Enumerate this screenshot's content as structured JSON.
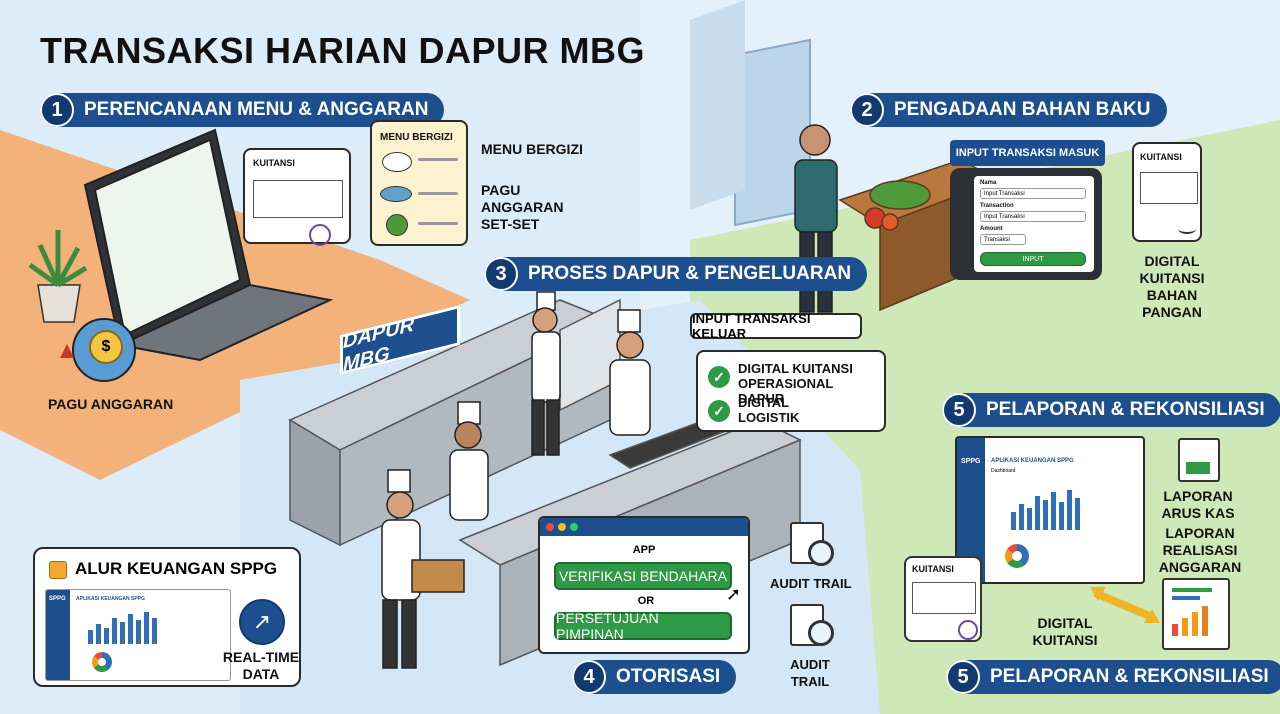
{
  "title": "TRANSAKSI HARIAN DAPUR MBG",
  "steps": {
    "s1": {
      "num": "1",
      "label": "PERENCANAAN MENU & ANGGARAN"
    },
    "s2": {
      "num": "2",
      "label": "PENGADAAN BAHAN BAKU"
    },
    "s3": {
      "num": "3",
      "label": "PROSES DAPUR & PENGELUARAN"
    },
    "s4": {
      "num": "4",
      "label": "OTORISASI"
    },
    "s5a": {
      "num": "5",
      "label": "PELAPORAN & REKONSILIASI"
    },
    "s5b": {
      "num": "5",
      "label": "PELAPORAN & REKONSILIASI"
    }
  },
  "section1": {
    "kuitansi": "KUITANSI",
    "menu_card_title": "MENU BERGIZI",
    "menu_bergizi": "MENU BERGIZI",
    "pagu_set": "PAGU ANGGARAN SET-SET",
    "pagu_anggaran": "PAGU ANGGARAN"
  },
  "section2": {
    "tablet_header": "INPUT TRANSAKSI MASUK",
    "field1_label": "Nama",
    "field1_value": "Input Transaksi",
    "field2_label": "Transaction",
    "field2_value": "Input Transaksi",
    "field3_label": "Amount",
    "field3_value": "Transaksi",
    "button": "INPUT",
    "kuitansi": "KUITANSI",
    "caption": "DIGITAL KUITANSI BAHAN PANGAN"
  },
  "section3": {
    "sign": "DAPUR MBG",
    "input_keluar": "INPUT TRANSAKSI KELUAR",
    "check1": "DIGITAL KUITANSI OPERASIONAL DAPUR",
    "check2": "DIGITAL LOGISTIK"
  },
  "section4": {
    "app": "APP",
    "verify": "VERIFIKASI BENDAHARA",
    "or": "OR",
    "approve": "PERSETUJUAN PIMPINAN",
    "audit1": "AUDIT TRAIL",
    "audit2": "AUDIT TRAIL"
  },
  "section5": {
    "app_brand": "SPPG",
    "app_title": "APLIKASI KEUANGAN SPPG",
    "dashboard": "Dashboard",
    "kuitansi": "KUITANSI",
    "laporan_arus": "LAPORAN ARUS KAS",
    "laporan_realisasi": "LAPORAN REALISASI ANGGARAN",
    "digital_kuitansi": "DIGITAL KUITANSI"
  },
  "legend": {
    "title": "ALUR KEUANGAN SPPG",
    "brand": "SPPG",
    "app_title": "APLIKASI KEUANGAN SPPG",
    "realtime": "REAL-TIME DATA"
  },
  "colors": {
    "step_bg": "#1d4f8f",
    "green": "#2e9a46",
    "orange_floor": "#f2b27a",
    "green_floor": "#cfe8b8"
  },
  "icons": [
    "rupiah-coin-icon",
    "up-arrow-icon",
    "check-icon",
    "magnifier-icon",
    "cursor-icon",
    "trend-up-icon",
    "signature-icon"
  ]
}
